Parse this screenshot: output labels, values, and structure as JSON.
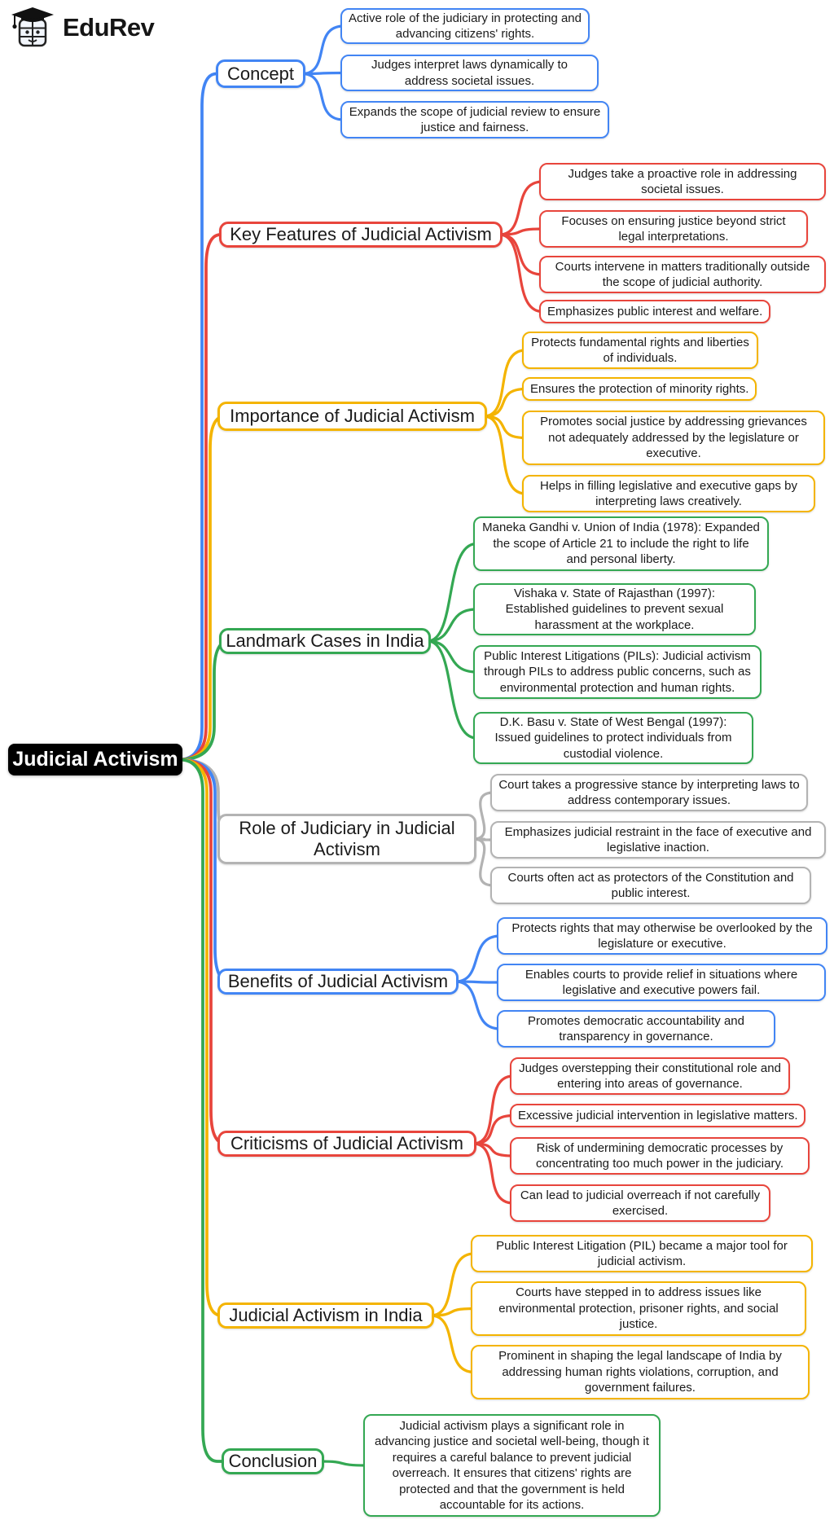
{
  "brand": {
    "name": "EduRev"
  },
  "root": {
    "label": "Judicial Activism"
  },
  "colors": {
    "blue": "#4285F4",
    "red": "#E8453C",
    "yellow": "#F4B400",
    "green": "#34A853",
    "gray": "#B3B3B3",
    "root_bg": "#000000",
    "root_text": "#FFFFFF"
  },
  "branches": [
    {
      "label": "Concept",
      "color": "blue",
      "items": [
        "Active role of the judiciary in protecting and advancing citizens' rights.",
        "Judges interpret laws dynamically to address societal issues.",
        "Expands the scope of judicial review to ensure justice and fairness."
      ]
    },
    {
      "label": "Key Features of Judicial Activism",
      "color": "red",
      "items": [
        "Judges take a proactive role in addressing societal issues.",
        "Focuses on ensuring justice beyond strict legal interpretations.",
        "Courts intervene in matters traditionally outside the scope of judicial authority.",
        "Emphasizes public interest and welfare."
      ]
    },
    {
      "label": "Importance of Judicial Activism",
      "color": "yellow",
      "items": [
        "Protects fundamental rights and liberties of individuals.",
        "Ensures the protection of minority rights.",
        "Promotes social justice by addressing grievances not adequately addressed by the legislature or executive.",
        "Helps in filling legislative and executive gaps by interpreting laws creatively."
      ]
    },
    {
      "label": "Landmark Cases in India",
      "color": "green",
      "items": [
        "Maneka Gandhi v. Union of India (1978): Expanded the scope of Article 21 to include the right to life and personal liberty.",
        "Vishaka v. State of Rajasthan (1997): Established guidelines to prevent sexual harassment at the workplace.",
        "Public Interest Litigations (PILs): Judicial activism through PILs to address public concerns, such as environmental protection and human rights.",
        "D.K. Basu v. State of West Bengal (1997): Issued guidelines to protect individuals from custodial violence."
      ]
    },
    {
      "label": "Role of Judiciary in Judicial Activism",
      "color": "gray",
      "items": [
        "Court takes a progressive stance by interpreting laws to address contemporary issues.",
        "Emphasizes judicial restraint in the face of executive and legislative inaction.",
        "Courts often act as protectors of the Constitution and public interest."
      ]
    },
    {
      "label": "Benefits of Judicial Activism",
      "color": "blue",
      "items": [
        "Protects rights that may otherwise be overlooked by the legislature or executive.",
        "Enables courts to provide relief in situations where legislative and executive powers fail.",
        "Promotes democratic accountability and transparency in governance."
      ]
    },
    {
      "label": "Criticisms of Judicial Activism",
      "color": "red",
      "items": [
        "Judges overstepping their constitutional role and entering into areas of governance.",
        "Excessive judicial intervention in legislative matters.",
        "Risk of undermining democratic processes by concentrating too much power in the judiciary.",
        "Can lead to judicial overreach if not carefully exercised."
      ]
    },
    {
      "label": "Judicial Activism in India",
      "color": "yellow",
      "items": [
        "Public Interest Litigation (PIL) became a major tool for judicial activism.",
        "Courts have stepped in to address issues like environmental protection, prisoner rights, and social justice.",
        "Prominent in shaping the legal landscape of India by addressing human rights violations, corruption, and government failures."
      ]
    },
    {
      "label": "Conclusion",
      "color": "green",
      "items": [
        "Judicial activism plays a significant role in advancing justice and societal well-being, though it requires a careful balance to prevent judicial overreach. It ensures that citizens' rights are protected and that the government is held accountable for its actions."
      ]
    }
  ]
}
